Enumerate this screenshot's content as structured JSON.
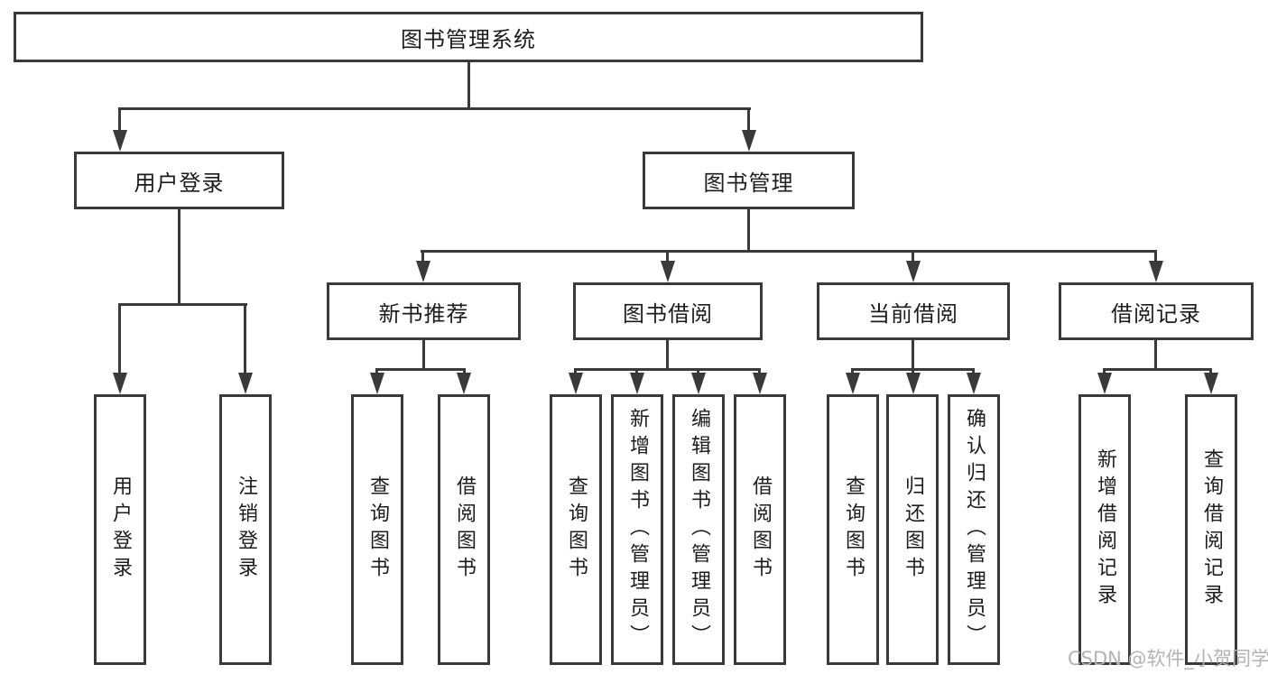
{
  "diagram": {
    "type": "tree",
    "root": {
      "label": "图书管理系统"
    },
    "level2": {
      "user_login": {
        "label": "用户登录"
      },
      "book_mgmt": {
        "label": "图书管理"
      }
    },
    "level3": {
      "new_book_rec": {
        "label": "新书推荐",
        "parent": "图书管理"
      },
      "book_borrow": {
        "label": "图书借阅",
        "parent": "图书管理"
      },
      "current_borrow": {
        "label": "当前借阅",
        "parent": "图书管理"
      },
      "borrow_record": {
        "label": "借阅记录",
        "parent": "图书管理"
      }
    },
    "leaves": {
      "ul_login": {
        "label": "用户登录",
        "parent": "用户登录"
      },
      "ul_logout": {
        "label": "注销登录",
        "parent": "用户登录"
      },
      "rec_query": {
        "label": "查询图书",
        "parent": "新书推荐"
      },
      "rec_borrow": {
        "label": "借阅图书",
        "parent": "新书推荐"
      },
      "bb_query": {
        "label": "查询图书",
        "parent": "图书借阅"
      },
      "bb_add": {
        "label": "新增图书（管理员）",
        "parent": "图书借阅"
      },
      "bb_edit": {
        "label": "编辑图书（管理员）",
        "parent": "图书借阅"
      },
      "bb_borrow": {
        "label": "借阅图书",
        "parent": "图书借阅"
      },
      "cb_query": {
        "label": "查询图书",
        "parent": "当前借阅"
      },
      "cb_return": {
        "label": "归还图书",
        "parent": "当前借阅"
      },
      "cb_confirm": {
        "label": "确认归还（管理员）",
        "parent": "当前借阅"
      },
      "br_add": {
        "label": "新增借阅记录",
        "parent": "借阅记录"
      },
      "br_query": {
        "label": "查询借阅记录",
        "parent": "借阅记录"
      }
    }
  },
  "watermark": {
    "text": "CSDN @软件_小贺同学"
  },
  "colors": {
    "line": "#3a3a3a",
    "box_border": "#3a3a3a",
    "text": "#1c1c1c",
    "watermark": "#b3b3b3",
    "background": "#ffffff"
  }
}
